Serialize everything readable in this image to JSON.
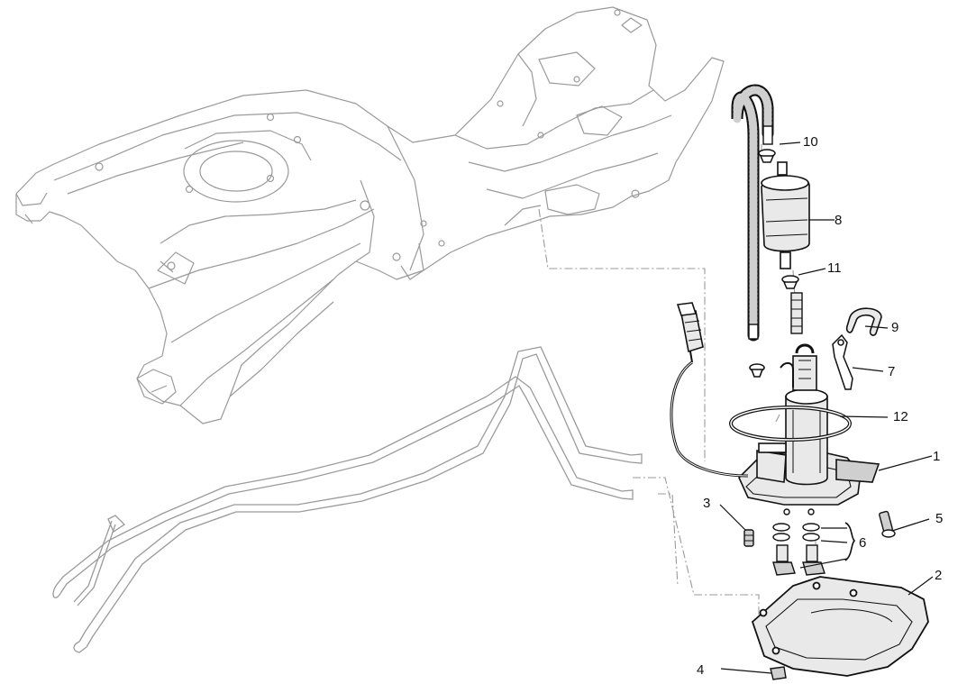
{
  "diagram": {
    "colors": {
      "background": "#ffffff",
      "ghost": "#9a9a9a",
      "ink": "#111111",
      "part_fill": "#e9e9e9",
      "hose_fill": "#cfcfcf"
    },
    "callouts": {
      "c1": "1",
      "c2": "2",
      "c3": "3",
      "c4": "4",
      "c5": "5",
      "c6": "6",
      "c7": "7",
      "c8": "8",
      "c9": "9",
      "c10": "10",
      "c11": "11",
      "c12": "12"
    }
  }
}
